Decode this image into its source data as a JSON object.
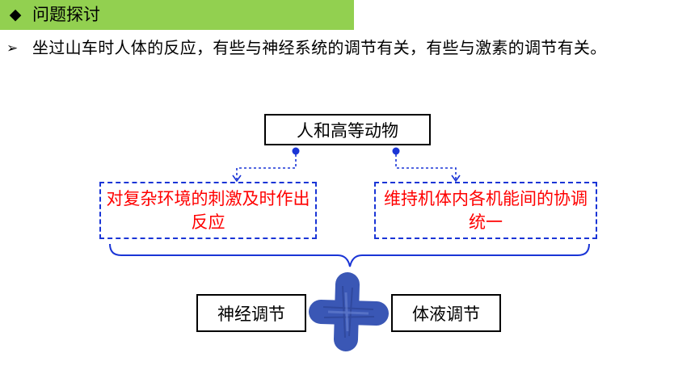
{
  "header": {
    "icon": "diamond-bullet-icon",
    "title": "问题探讨",
    "color": "#92d050"
  },
  "bullet": {
    "icon": "arrow-bullet-icon",
    "text": "坐过山车时人体的反应，有些与神经系统的调节有关，有些与激素的调节有关。"
  },
  "diagram": {
    "top_node": "人和高等动物",
    "left_node": "对复杂环境的刺激及时作出反应",
    "right_node": "维持机体内各机能间的协调统一",
    "bottom_left": "神经调节",
    "bottom_right": "体液调节",
    "plus_icon": "hand-drawn-plus-icon",
    "dashed_color": "#1a35d6",
    "node_text_color": "#ff0000",
    "plus_color": "#3a57b5"
  }
}
